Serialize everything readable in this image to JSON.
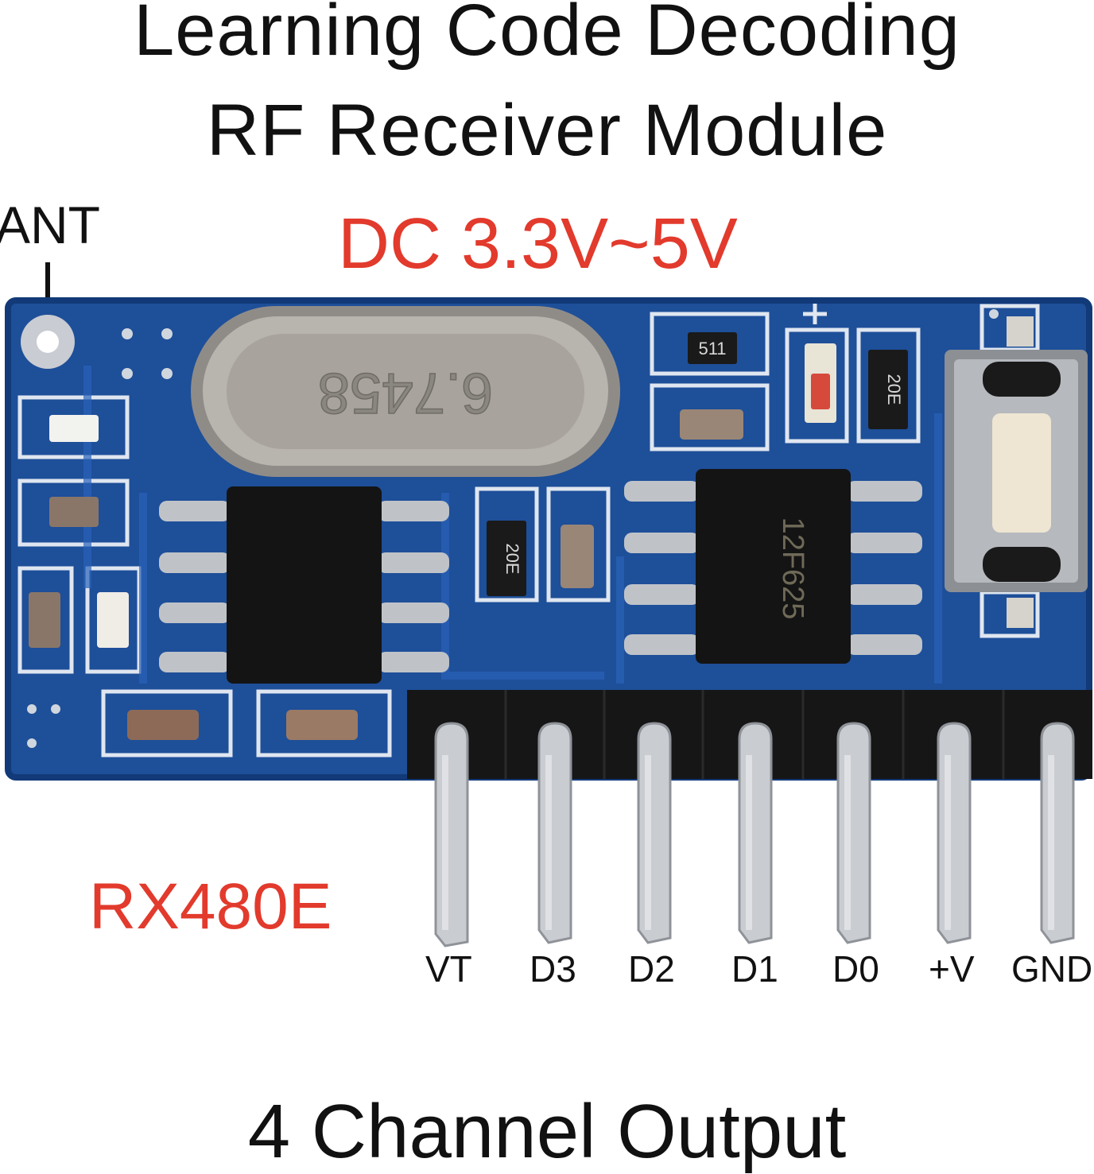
{
  "header": {
    "title_line1": "Learning Code Decoding",
    "title_line2": "RF Receiver Module",
    "voltage": "DC 3.3V~5V",
    "antenna_label": "ANT"
  },
  "module": {
    "model": "RX480E",
    "crystal_marking": "6.7458",
    "chip_marking": "12F625",
    "resistor_markings": [
      "511",
      "20E",
      "20E"
    ],
    "pins": [
      "VT",
      "D3",
      "D2",
      "D1",
      "D0",
      "+V",
      "GND"
    ]
  },
  "footer": {
    "caption": "4 Channel Output"
  },
  "colors": {
    "pcb": "#1e4f99",
    "silkscreen": "#dfe6f0",
    "accent_red": "#e23a2c",
    "text": "#111111"
  }
}
